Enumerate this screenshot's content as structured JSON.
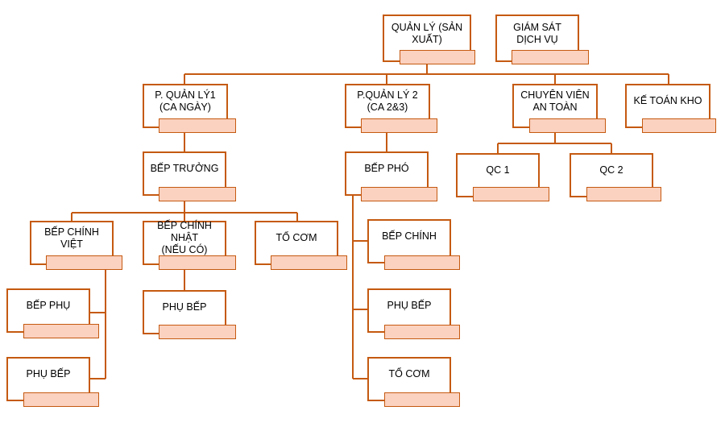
{
  "nodes": {
    "quan_ly_san_xuat": "QUẢN LÝ (SẢN XUẤT)",
    "giam_sat_dich_vu": "GIÁM SÁT DỊCH VỤ",
    "p_quan_ly_1": "P. QUẢN LÝ1\n(CA NGÀY)",
    "p_quan_ly_2": "P.QUẢN LÝ 2\n(CA 2&3)",
    "chuyen_vien_an_toan": "CHUYÊN VIÊN\nAN TOÀN",
    "ke_toan_kho": "KẾ TOÁN KHO",
    "bep_truong": "BẾP TRƯỞNG",
    "bep_pho": "BẾP PHÓ",
    "qc_1": "QC 1",
    "qc_2": "QC 2",
    "bep_chinh_viet": "BẾP CHÍNH VIỆT",
    "bep_chinh_nhat": "BẾP CHÍNH NHẬT\n(NẾU CÓ)",
    "to_com_1": "TỔ CƠM",
    "bep_chinh": "BẾP CHÍNH",
    "phu_bep_1": "PHỤ BẾP",
    "to_com_2": "TỔ CƠM",
    "bep_phu": "BẾP PHỤ",
    "phu_bep_2": "PHỤ BẾP",
    "phu_bep_3": "PHỤ BẾP"
  },
  "colors": {
    "border": "#c55a11",
    "tag_fill": "#fbd1bf",
    "line": "#c55a11"
  }
}
